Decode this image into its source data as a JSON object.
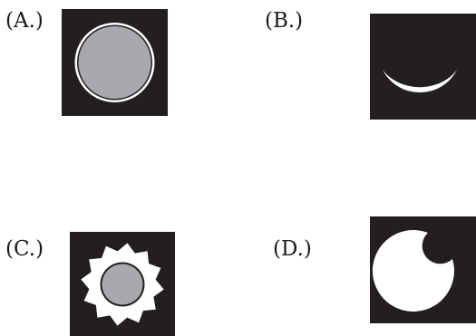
{
  "options": [
    {
      "id": "A",
      "label": "(A.)",
      "icon": "ring-circle-icon"
    },
    {
      "id": "B",
      "label": "(B.)",
      "icon": "crescent-icon"
    },
    {
      "id": "C",
      "label": "(C.)",
      "icon": "starburst-circle-icon"
    },
    {
      "id": "D",
      "label": "(D.)",
      "icon": "notched-disc-icon"
    }
  ],
  "colors": {
    "background": "#231f20",
    "white": "#ffffff",
    "gray": "#a7a9ac",
    "label_text": "#1a1a1a"
  }
}
